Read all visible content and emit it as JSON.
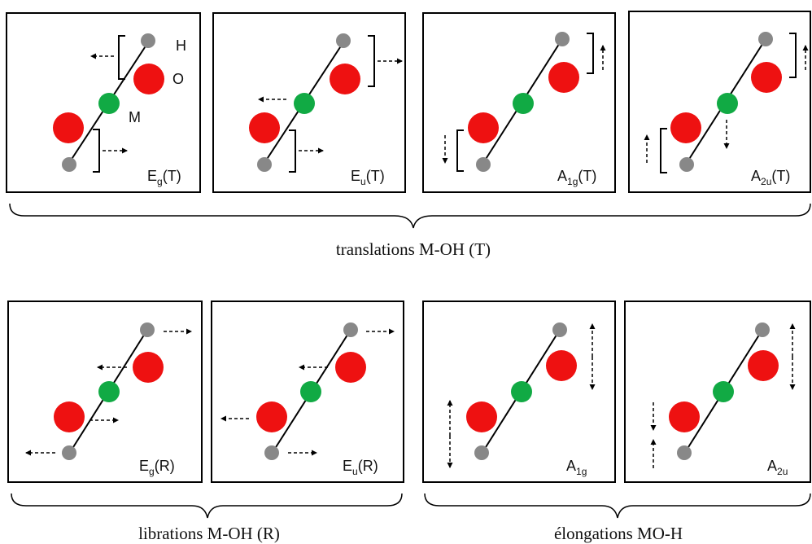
{
  "panels": [
    {
      "label_main": "E",
      "label_sub": "g",
      "label_tail": "(T)"
    },
    {
      "label_main": "E",
      "label_sub": "u",
      "label_tail": "(T)"
    },
    {
      "label_main": "A",
      "label_sub": "1g",
      "label_tail": "(T)"
    },
    {
      "label_main": "A",
      "label_sub": "2u",
      "label_tail": "(T)"
    },
    {
      "label_main": "E",
      "label_sub": "g",
      "label_tail": "(R)"
    },
    {
      "label_main": "E",
      "label_sub": "u",
      "label_tail": "(R)"
    },
    {
      "label_main": "A",
      "label_sub": "1g",
      "label_tail": ""
    },
    {
      "label_main": "A",
      "label_sub": "2u",
      "label_tail": ""
    }
  ],
  "atom_labels": {
    "H": "H",
    "O": "O",
    "M": "M"
  },
  "captions": {
    "translations": "translations M-OH (T)",
    "librations": "librations M-OH (R)",
    "elongations": "élongations MO-H"
  },
  "colors": {
    "oxygen": "#ee1111",
    "metal": "#11aa44",
    "hydrogen": "#888888",
    "line": "#000000"
  }
}
